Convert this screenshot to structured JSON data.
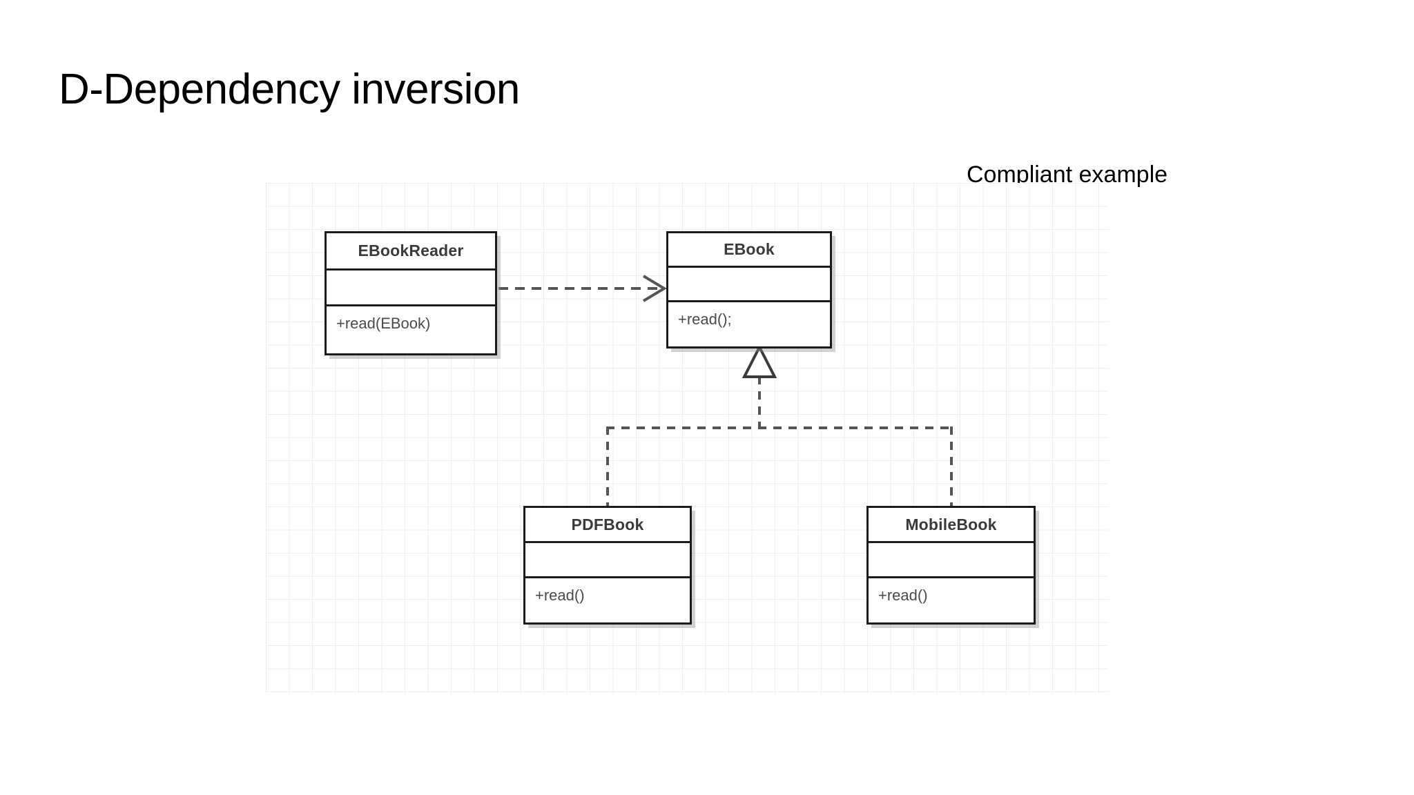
{
  "slide": {
    "title": "D-Dependency inversion",
    "caption": "Compliant example"
  },
  "diagram": {
    "kind": "uml-class-diagram",
    "classes": [
      {
        "id": "ebookreader",
        "name": "EBookReader",
        "attributes": [],
        "operations": [
          "+read(EBook)"
        ]
      },
      {
        "id": "ebook",
        "name": "EBook",
        "attributes": [],
        "operations": [
          "+read();"
        ]
      },
      {
        "id": "pdfbook",
        "name": "PDFBook",
        "attributes": [],
        "operations": [
          "+read()"
        ]
      },
      {
        "id": "mobilebook",
        "name": "MobileBook",
        "attributes": [],
        "operations": [
          "+read()"
        ]
      }
    ],
    "relationships": [
      {
        "id": "dep-reader-ebook",
        "type": "dependency",
        "from": "ebookreader",
        "to": "ebook",
        "line": "dashed",
        "arrowhead": "open"
      },
      {
        "id": "real-pdfbook-ebook",
        "type": "realization",
        "from": "pdfbook",
        "to": "ebook",
        "line": "dashed",
        "arrowhead": "hollow-triangle"
      },
      {
        "id": "real-mobilebook-ebook",
        "type": "realization",
        "from": "mobilebook",
        "to": "ebook",
        "line": "dashed",
        "arrowhead": "hollow-triangle"
      }
    ]
  },
  "colors": {
    "background": "#ffffff",
    "text": "#000000",
    "box_border": "#1b1b1b",
    "box_fill": "#ffffff",
    "member_text": "#4a4a4a",
    "connector": "#555555",
    "grid_minor": "#eceef2",
    "grid_major": "#dfe3ea"
  }
}
